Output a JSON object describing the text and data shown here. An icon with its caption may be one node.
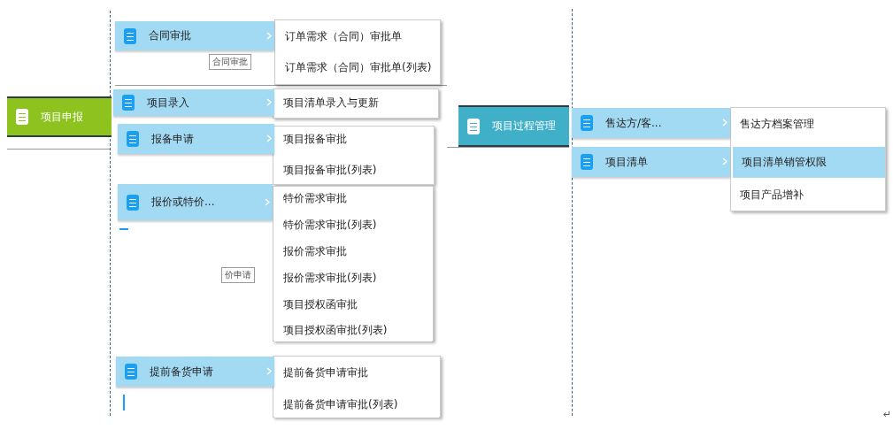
{
  "diagram": {
    "nodes": [
      {
        "text": [
          "项目申报"
        ]
      },
      {
        "text": [
          "合同审批"
        ]
      },
      {
        "text": [
          "订单需求（合同）审批单"
        ]
      },
      {
        "text": [
          "订单需求（合同）审批单(列表)"
        ]
      },
      {
        "text": [
          "项目录入"
        ]
      },
      {
        "text": [
          "项目清单录入与更新"
        ]
      },
      {
        "text": [
          "报备申请"
        ]
      },
      {
        "text": [
          "项目报备审批"
        ]
      },
      {
        "text": [
          "项目报备审批(列表)"
        ]
      },
      {
        "text": [
          "报价或特价..."
        ]
      },
      {
        "text": [
          "特价需求审批"
        ]
      },
      {
        "text": [
          "特价需求审批(列表)"
        ]
      },
      {
        "text": [
          "报价需求审批"
        ]
      },
      {
        "text": [
          "报价需求审批(列表)"
        ]
      },
      {
        "text": [
          "项目授权函审批"
        ]
      },
      {
        "text": [
          "项目授权函审批(列表)"
        ]
      },
      {
        "text": [
          "提前备货申请"
        ]
      },
      {
        "text": [
          "提前备货申请审批"
        ]
      },
      {
        "text": [
          "提前备货申请审批(列表)"
        ]
      },
      {
        "text": [
          "项目过程管理"
        ]
      },
      {
        "text": [
          "售达方/客..."
        ]
      },
      {
        "text": [
          "项目清单"
        ]
      },
      {
        "text": [
          "售达方档案管理"
        ]
      },
      {
        "text": [
          "项目清单销管权限"
        ]
      },
      {
        "text": [
          "项目产品增补"
        ]
      }
    ],
    "labels": [
      "合同审批",
      "价申请",
      "↵"
    ]
  }
}
